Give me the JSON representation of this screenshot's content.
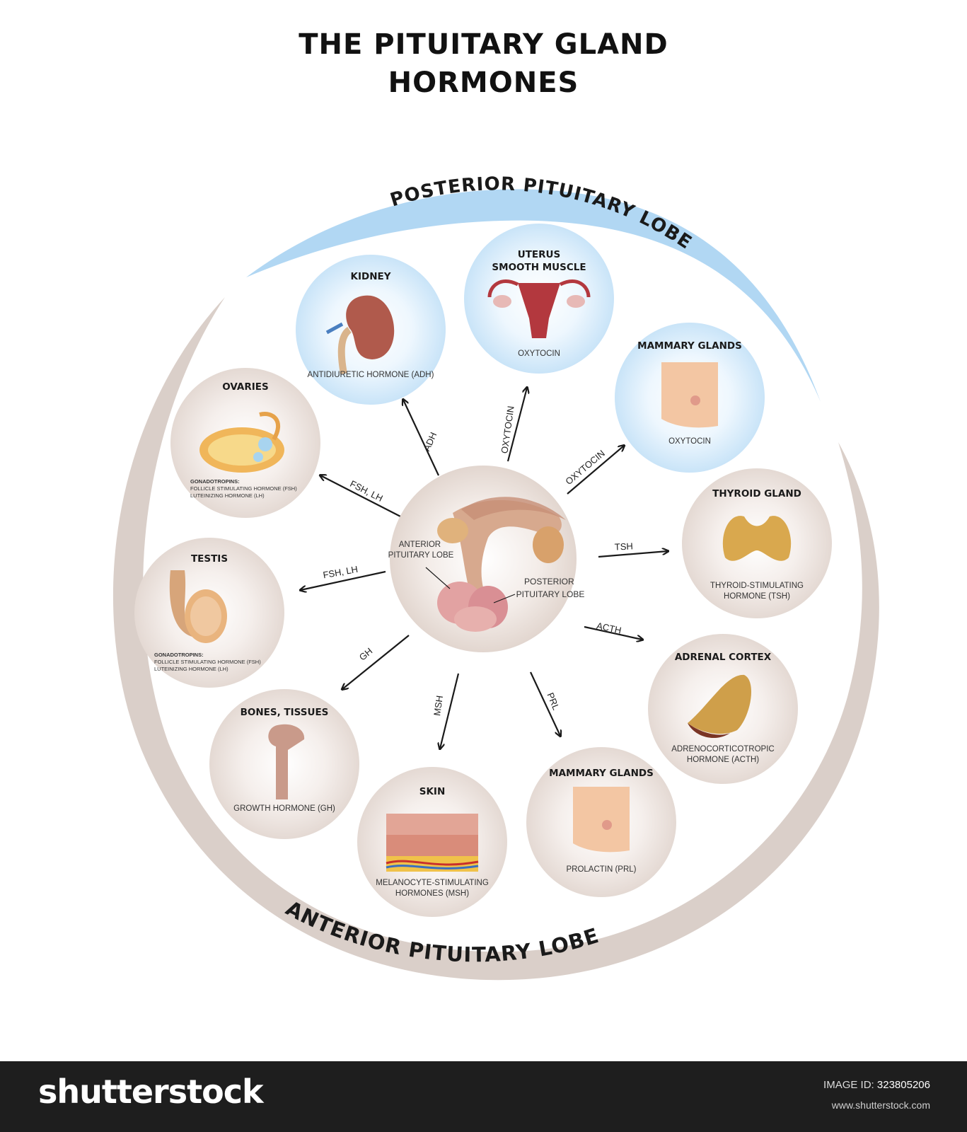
{
  "title": {
    "line1": "THE PITUITARY GLAND",
    "line2": "HORMONES"
  },
  "arcs": {
    "posterior": "POSTERIOR PITUITARY LOBE",
    "anterior": "ANTERIOR PITUITARY LOBE"
  },
  "colors": {
    "posterior_arc": "#a9d3f2",
    "anterior_arc": "#d6cac3",
    "circle_blue": "#d6ecfb",
    "circle_beige": "#ece3de",
    "arrow": "#1a1a1a",
    "footer": "#1e1e1e"
  },
  "center": {
    "anterior_label_1": "ANTERIOR",
    "anterior_label_2": "PITUITARY LOBE",
    "posterior_label_1": "POSTERIOR",
    "posterior_label_2": "PITUITARY LOBE",
    "illustration": "pituitary-gland-illustration"
  },
  "organs": [
    {
      "id": "kidney",
      "title": [
        "KIDNEY"
      ],
      "caption": [
        "ANTIDIURETIC HORMONE (ADH)"
      ],
      "lobe": "posterior",
      "icon": "kidney-illustration"
    },
    {
      "id": "uterus",
      "title": [
        "UTERUS",
        "SMOOTH MUSCLE"
      ],
      "caption": [
        "OXYTOCIN"
      ],
      "lobe": "posterior",
      "icon": "uterus-illustration"
    },
    {
      "id": "mammary-posterior",
      "title": [
        "MAMMARY GLANDS"
      ],
      "caption": [
        "OXYTOCIN"
      ],
      "lobe": "posterior",
      "icon": "breast-illustration"
    },
    {
      "id": "thyroid",
      "title": [
        "THYROID GLAND"
      ],
      "caption": [
        "THYROID-STIMULATING",
        "HORMONE (TSH)"
      ],
      "lobe": "anterior",
      "icon": "thyroid-illustration"
    },
    {
      "id": "adrenal",
      "title": [
        "ADRENAL CORTEX"
      ],
      "caption": [
        "ADRENOCORTICOTROPIC",
        "HORMONE (ACTH)"
      ],
      "lobe": "anterior",
      "icon": "adrenal-illustration"
    },
    {
      "id": "mammary-anterior",
      "title": [
        "MAMMARY GLANDS"
      ],
      "caption": [
        "PROLACTIN (PRL)"
      ],
      "lobe": "anterior",
      "icon": "breast-illustration"
    },
    {
      "id": "skin",
      "title": [
        "SKIN"
      ],
      "caption": [
        "MELANOCYTE-STIMULATING",
        "HORMONES (MSH)"
      ],
      "lobe": "anterior",
      "icon": "skin-layers-illustration"
    },
    {
      "id": "bones",
      "title": [
        "BONES, TISSUES"
      ],
      "caption": [
        "GROWTH HORMONE (GH)"
      ],
      "lobe": "anterior",
      "icon": "femur-illustration"
    },
    {
      "id": "testis",
      "title": [
        "TESTIS"
      ],
      "caption": [
        "GONADOTROPINS:",
        "FOLLICLE STIMULATING HORMONE (FSH)",
        "LUTEINIZING HORMONE (LH)"
      ],
      "lobe": "anterior",
      "icon": "testis-illustration"
    },
    {
      "id": "ovaries",
      "title": [
        "OVARIES"
      ],
      "caption": [
        "GONADOTROPINS:",
        "FOLLICLE STIMULATING HORMONE (FSH)",
        "LUTEINIZING HORMONE (LH)"
      ],
      "lobe": "anterior",
      "icon": "ovary-illustration"
    }
  ],
  "arrows": [
    {
      "label": "ADH",
      "to": "kidney"
    },
    {
      "label": "OXYTOCIN",
      "to": "uterus"
    },
    {
      "label": "OXYTOCIN",
      "to": "mammary-posterior"
    },
    {
      "label": "TSH",
      "to": "thyroid"
    },
    {
      "label": "ACTH",
      "to": "adrenal"
    },
    {
      "label": "PRL",
      "to": "mammary-anterior"
    },
    {
      "label": "MSH",
      "to": "skin"
    },
    {
      "label": "GH",
      "to": "bones"
    },
    {
      "label": "FSH, LH",
      "to": "testis"
    },
    {
      "label": "FSH, LH",
      "to": "ovaries"
    }
  ],
  "footer": {
    "brand": "shutterstock",
    "image_id_label": "IMAGE ID:",
    "image_id": "323805206",
    "site": "www.shutterstock.com"
  }
}
